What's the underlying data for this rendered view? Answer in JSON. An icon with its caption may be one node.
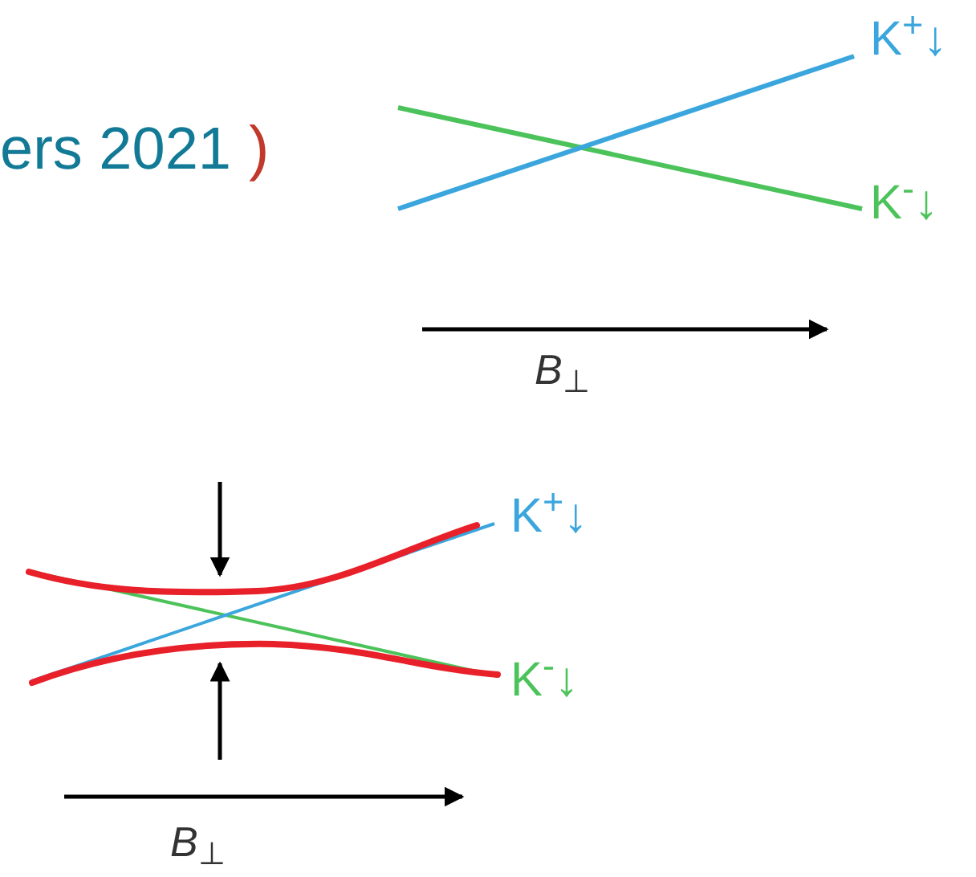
{
  "diagram": {
    "labels": [
      "ers 2021",
      ")",
      "K$^{+}$↓",
      "K$^{-}$↓",
      "*B*$_{⊥}$",
      "K$^{+}$↓",
      "K$^{-}$↓",
      "*B*$_{⊥}$"
    ]
  }
}
